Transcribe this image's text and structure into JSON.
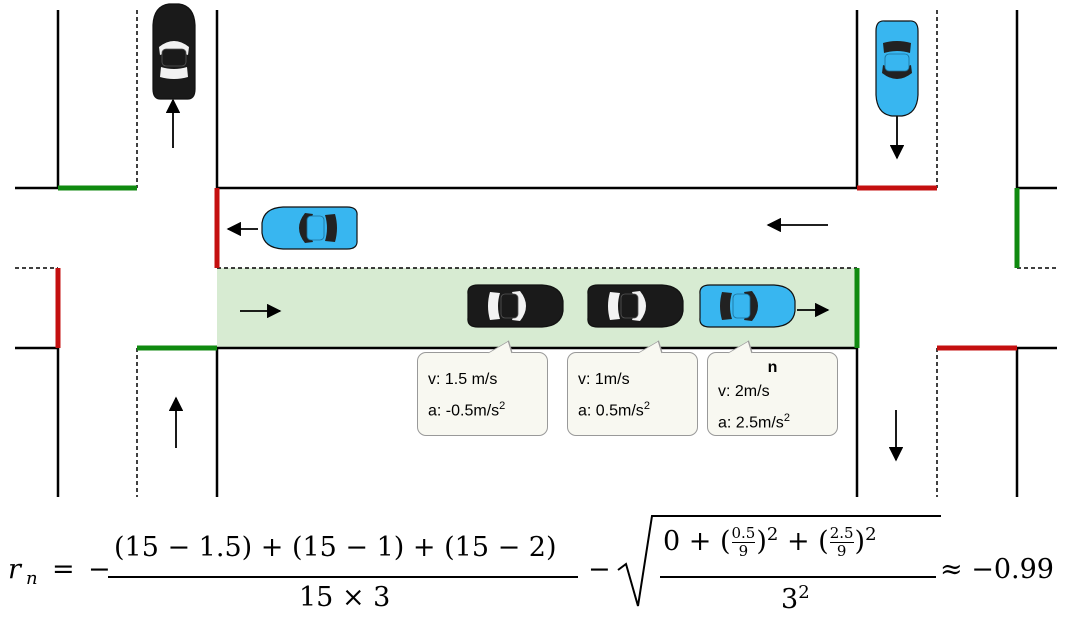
{
  "vehicles": [
    {
      "id": "ego",
      "label": "n",
      "speed": "v: 2m/s",
      "accel_prefix": "a: 2.5m/s",
      "accel_exp": "2",
      "color": "#38b6f0"
    },
    {
      "id": "mid",
      "label": "",
      "speed": "v: 1m/s",
      "accel_prefix": "a: 0.5m/s",
      "accel_exp": "2",
      "color": "#1a1a1a"
    },
    {
      "id": "rear",
      "label": "",
      "speed": "v: 1.5 m/s",
      "accel_prefix": "a: -0.5m/s",
      "accel_exp": "2",
      "color": "#1a1a1a"
    }
  ],
  "colors": {
    "lane_highlight": "#d7ebd2",
    "signal_green": "#108a10",
    "signal_red": "#c41010",
    "car_blue": "#38b6f0",
    "car_black": "#1a1a1a"
  },
  "formula": {
    "lhs_var": "r",
    "lhs_sub": "n",
    "equals": "=",
    "minus": "−",
    "frac1_num": "(15 − 1.5) + (15 − 1) + (15 − 2)",
    "frac1_den": "15 × 3",
    "minus2": "−",
    "sqrt_num_a": "0 + (",
    "inner1_num": "0.5",
    "inner1_den": "9",
    "sqrt_num_b": ")",
    "sq1": "2",
    "sqrt_num_c": " + (",
    "inner2_num": "2.5",
    "inner2_den": "9",
    "sqrt_num_d": ")",
    "sq2": "2",
    "sqrt_den_base": "3",
    "sqrt_den_exp": "2",
    "approx": "≈ −0.99"
  }
}
